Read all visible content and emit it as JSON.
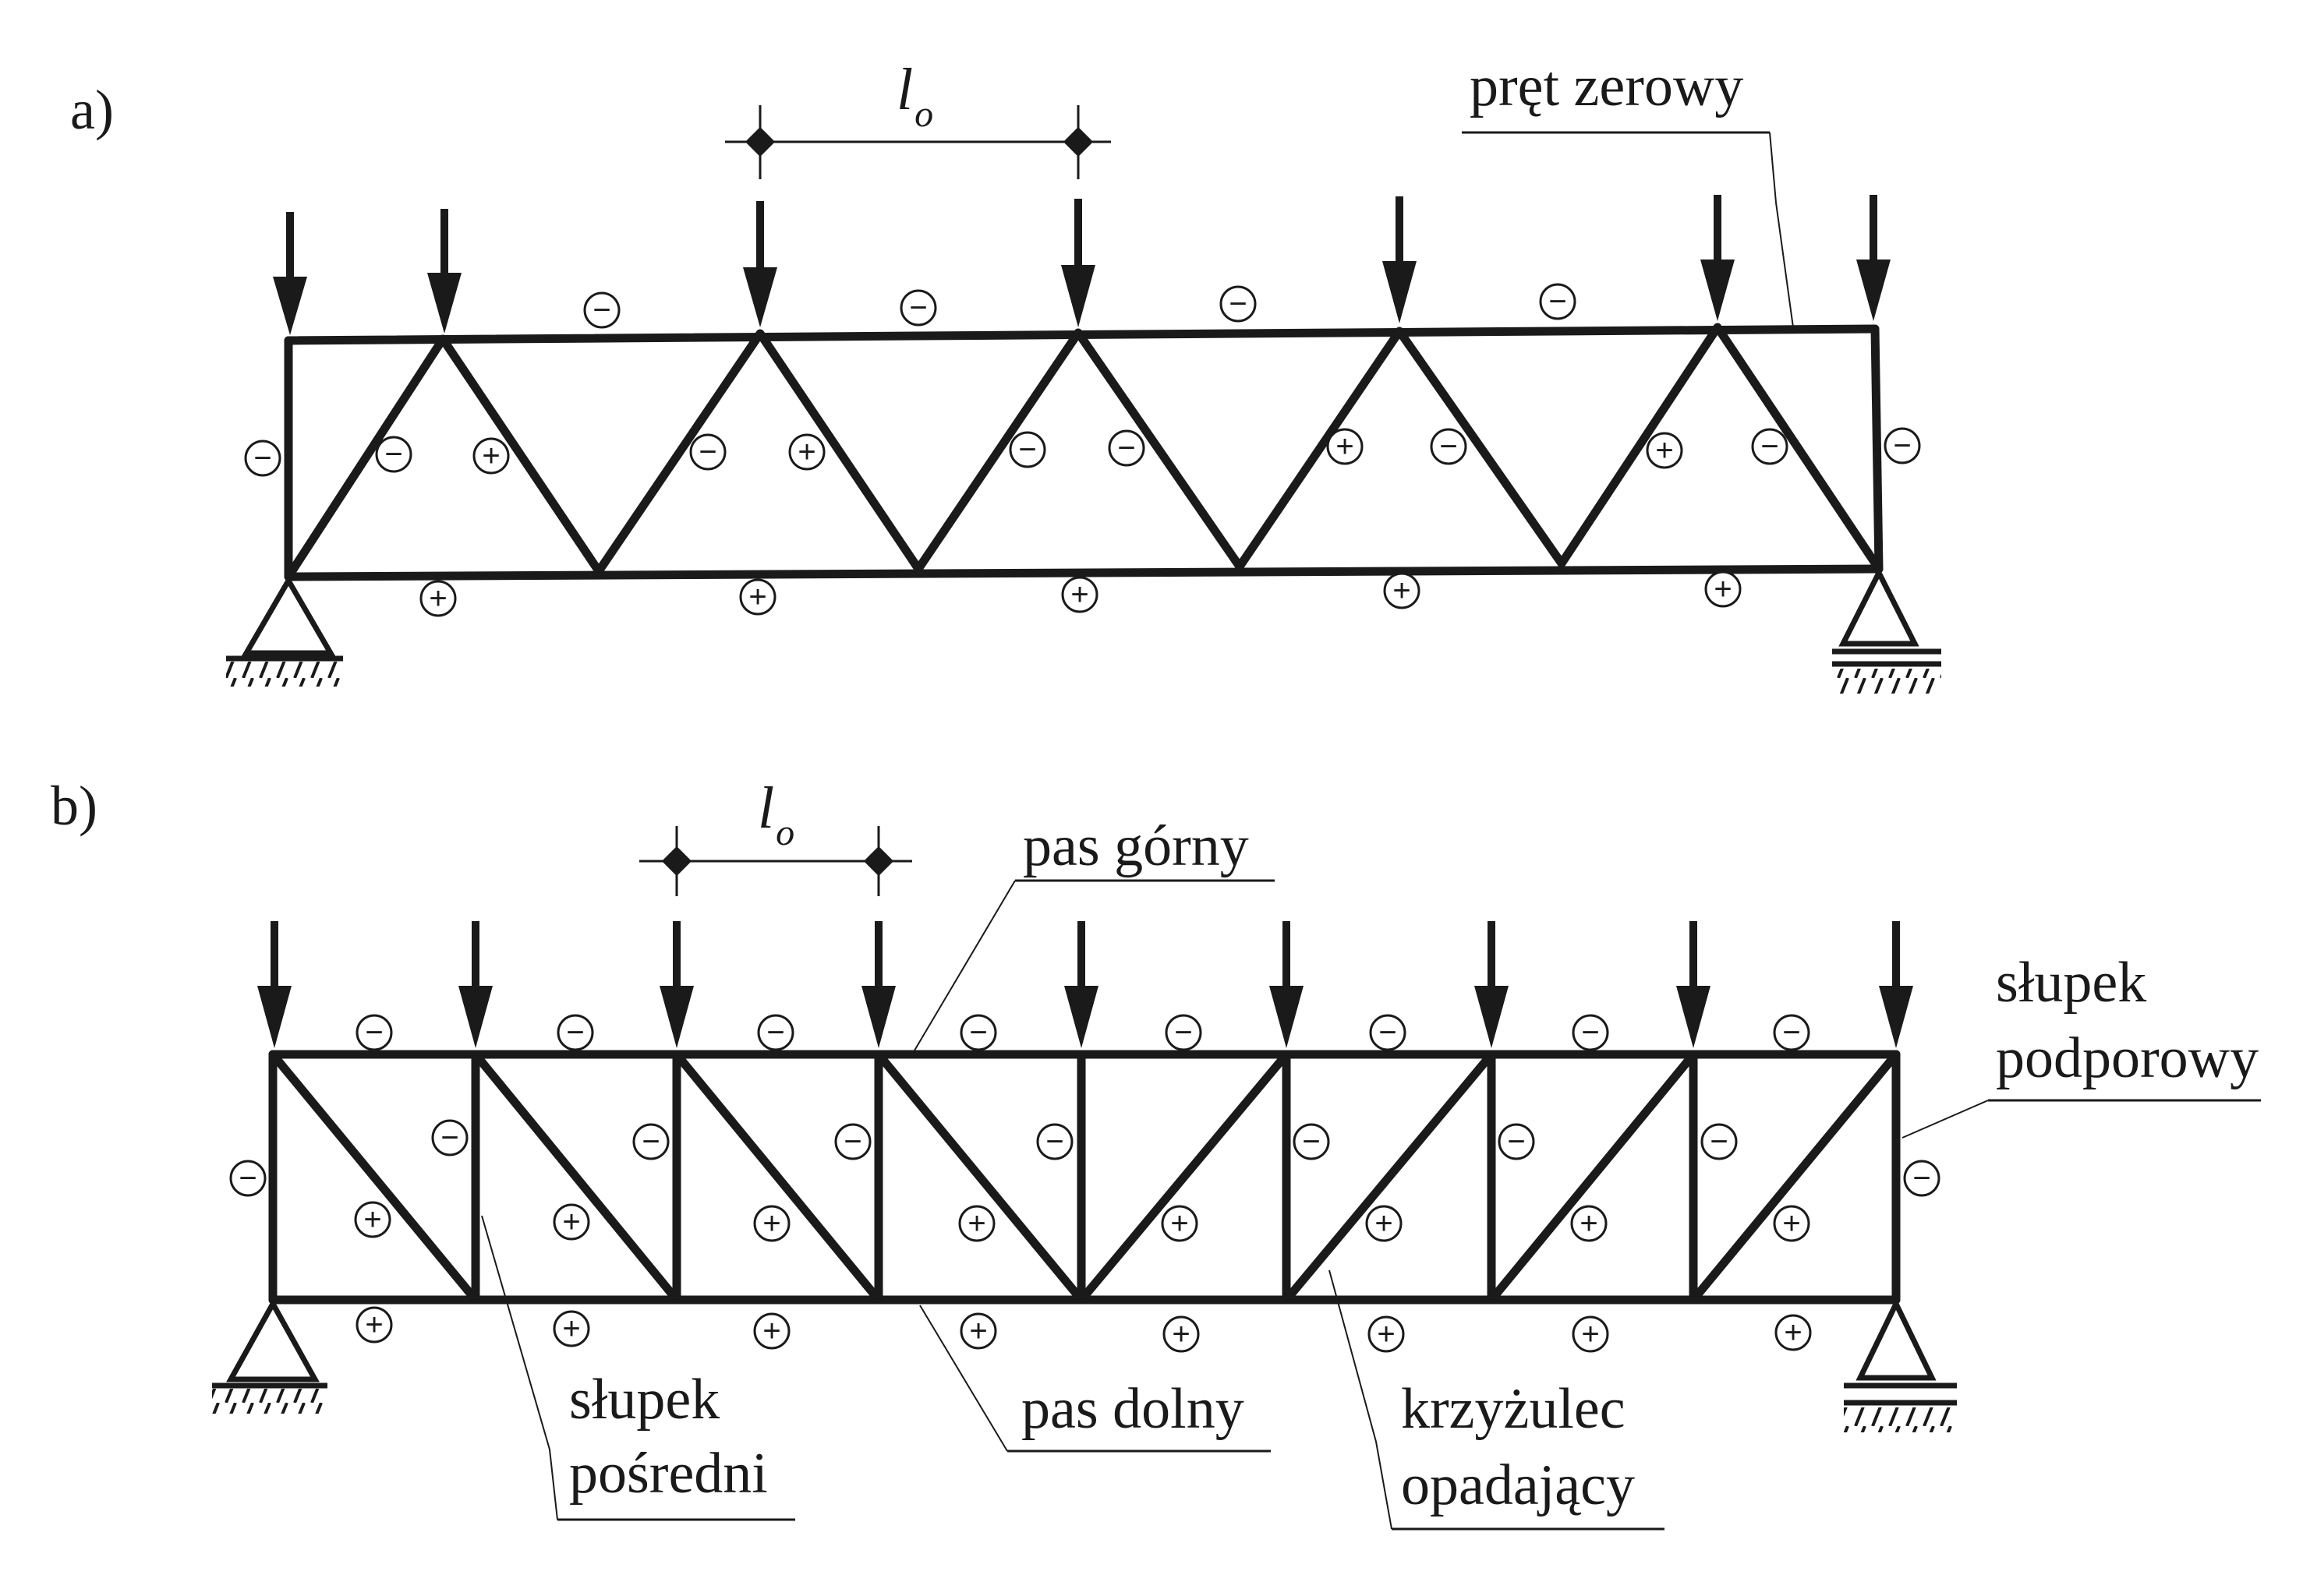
{
  "panels": [
    {
      "id": "a",
      "label": "a)",
      "span_label": "l",
      "span_label_sub": "o",
      "callouts": [
        {
          "id": "pret-zerowy",
          "lines": [
            "pręt zerowy"
          ]
        }
      ],
      "signs": {
        "top_chord": [
          "−",
          "−",
          "−",
          "−"
        ],
        "left_post": "−",
        "right_post": "−",
        "diagonals": [
          "−",
          "+",
          "−",
          "+",
          "−",
          "−",
          "+",
          "−",
          "+",
          "−"
        ],
        "bottom_chord": [
          "+",
          "+",
          "+",
          "+",
          "+"
        ]
      }
    },
    {
      "id": "b",
      "label": "b)",
      "span_label": "l",
      "span_label_sub": "o",
      "callouts": [
        {
          "id": "pas-gorny",
          "lines": [
            "pas górny"
          ]
        },
        {
          "id": "slupek-podporowy",
          "lines": [
            "słupek",
            "podporowy"
          ]
        },
        {
          "id": "slupek-posredni",
          "lines": [
            "słupek",
            "pośredni"
          ]
        },
        {
          "id": "pas-dolny",
          "lines": [
            "pas dolny"
          ]
        },
        {
          "id": "krzyzulec-opadajacy",
          "lines": [
            "krzyżulec",
            "opadający"
          ]
        }
      ],
      "signs": {
        "top_chord": [
          "−",
          "−",
          "−",
          "−",
          "−",
          "−",
          "−",
          "−"
        ],
        "left_post": "−",
        "right_post": "−",
        "posts": [
          "−",
          "−",
          "−",
          "−",
          "−",
          "−",
          "−"
        ],
        "diagonals": [
          "+",
          "+",
          "+",
          "+",
          "+",
          "+",
          "+",
          "+"
        ],
        "bottom_chord": [
          "+",
          "+",
          "+",
          "+",
          "+",
          "+",
          "+",
          "+"
        ]
      }
    }
  ],
  "style": {
    "ink": "#1a1a1a",
    "background": "#ffffff"
  }
}
